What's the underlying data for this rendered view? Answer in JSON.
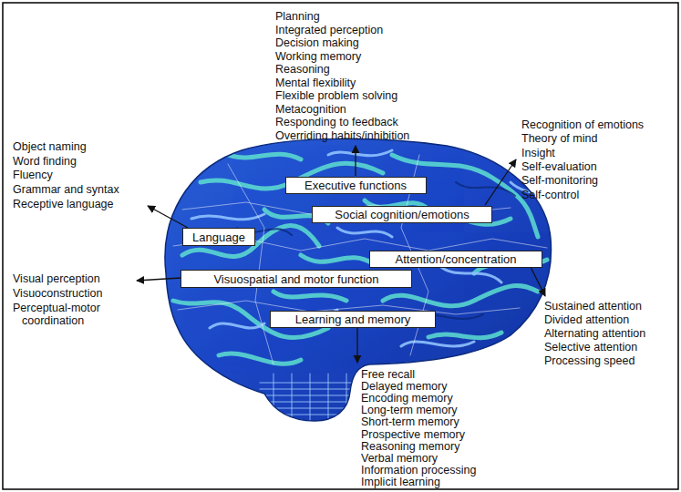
{
  "diagram": {
    "nodes": [
      {
        "text": [
          "Executive functions"
        ]
      },
      {
        "text": [
          "Social cognition/emotions"
        ]
      },
      {
        "text": [
          "Language"
        ]
      },
      {
        "text": [
          "Attention/concentration"
        ]
      },
      {
        "text": [
          "Visuospatial and motor function"
        ]
      },
      {
        "text": [
          "Learning and memory"
        ]
      }
    ],
    "labels": [
      "Planning",
      "Integrated perception",
      "Decision making",
      "Working memory",
      "Reasoning",
      "Mental flexibility",
      "Flexible problem solving",
      "Metacognition",
      "Responding to feedback",
      "Overriding habits/inhibition",
      "Object naming",
      "Word finding",
      "Fluency",
      "Grammar and syntax",
      "Receptive language",
      "Recognition of emotions",
      "Theory of mind",
      "Insight",
      "Self-evaluation",
      "Self-monitoring",
      "Self-control",
      "Visual perception",
      "Visuoconstruction",
      "Perceptual-motor coordination",
      "Sustained attention",
      "Divided attention",
      "Alternating attention",
      "Selective attention",
      "Processing speed",
      "Free recall",
      "Delayed memory",
      "Encoding memory",
      "Long-term memory",
      "Short-term memory",
      "Prospective memory",
      "Reasoning memory",
      "Verbal memory",
      "Information processing",
      "Implicit learning"
    ]
  }
}
